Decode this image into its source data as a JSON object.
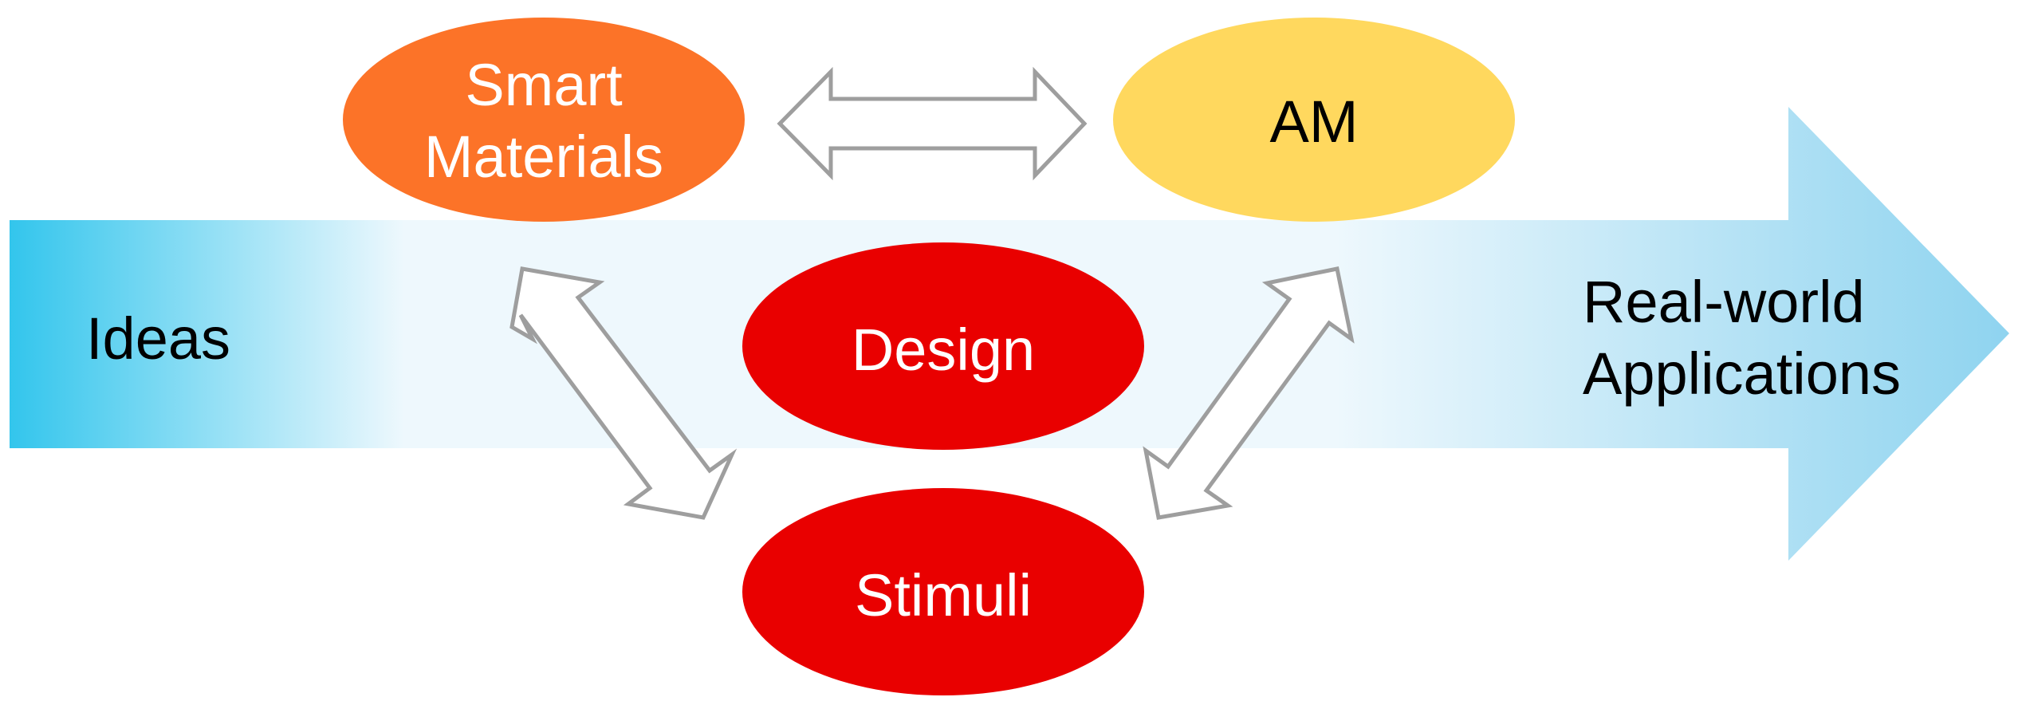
{
  "flow": {
    "start_label": "Ideas",
    "end_label_line1": "Real-world",
    "end_label_line2": "Applications",
    "gradient_start_color": "#2ec4ec",
    "gradient_mid_color": "#eef8fd",
    "gradient_end_color": "#8dd3ef"
  },
  "nodes": {
    "smart_materials": {
      "line1": "Smart",
      "line2": "Materials",
      "fill": "#fc7328",
      "text_color": "#ffffff"
    },
    "am": {
      "label": "AM",
      "fill": "#ffd85e",
      "text_color": "#000000"
    },
    "design": {
      "label": "Design",
      "fill": "#e90000",
      "text_color": "#ffffff"
    },
    "stimuli": {
      "label": "Stimuli",
      "fill": "#e90000",
      "text_color": "#ffffff"
    }
  },
  "connector_color": "#9e9e9e"
}
